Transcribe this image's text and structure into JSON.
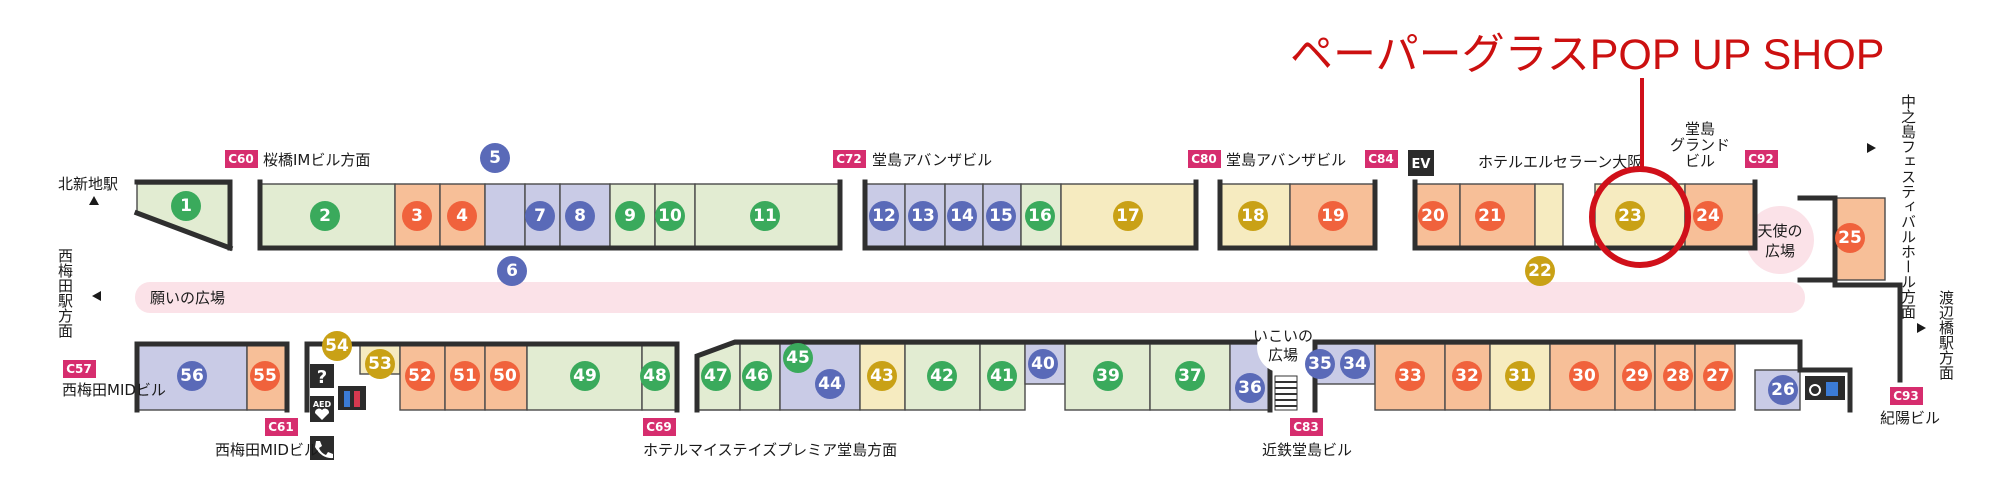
{
  "title": "ペーパーグラスPOP UP SHOP",
  "colors": {
    "green": "#3aaa5c",
    "orange": "#f0623c",
    "blue": "#5a6ab8",
    "gold": "#c9a116",
    "fill_green": "#e2ecd2",
    "fill_orange": "#f7bf98",
    "fill_blue": "#c9cbe6",
    "fill_yellow": "#f6ebc0",
    "plaza": "#fbe2e8",
    "badge": "#d62d6e",
    "highlight": "#d0101a"
  },
  "plazas": {
    "main": "願いの広場",
    "tenshi": [
      "天使の",
      "広場"
    ],
    "ikoi": [
      "いこいの",
      "広場"
    ]
  },
  "exits": [
    {
      "code": "C60",
      "label": "桜橋IMビル方面"
    },
    {
      "code": "C72",
      "label": "堂島アバンザビル"
    },
    {
      "code": "C80",
      "label": "堂島アバンザビル"
    },
    {
      "code": "C84",
      "label": ""
    },
    {
      "code": "C92",
      "label": ""
    },
    {
      "code": "C57",
      "label": "西梅田MIDビル"
    },
    {
      "code": "C61",
      "label": "西梅田MIDビル"
    },
    {
      "code": "C69",
      "label": "ホテルマイステイズプレミア堂島方面"
    },
    {
      "code": "C83",
      "label": "近鉄堂島ビル"
    },
    {
      "code": "C93",
      "label": "紀陽ビル"
    }
  ],
  "labels": {
    "kitashinchi": "北新地駅",
    "hotel_elsera": "ホテルエルセラーン大阪",
    "dojima_grand": [
      "堂島",
      "グランド",
      "ビル"
    ],
    "nishiumeda_dir": "西梅田駅方面",
    "nakanoshima_dir": "中之島フェスティバルホール方面",
    "watanabebashi_dir": "渡辺橋駅方面",
    "ev": "EV",
    "aed": "AED",
    "info": "?"
  },
  "shops": {
    "top": [
      {
        "n": "1",
        "c": "green"
      },
      {
        "n": "2",
        "c": "green"
      },
      {
        "n": "3",
        "c": "orange"
      },
      {
        "n": "4",
        "c": "orange"
      },
      {
        "n": "5",
        "c": "blue"
      },
      {
        "n": "6",
        "c": "blue"
      },
      {
        "n": "7",
        "c": "blue"
      },
      {
        "n": "8",
        "c": "blue"
      },
      {
        "n": "9",
        "c": "green"
      },
      {
        "n": "10",
        "c": "green"
      },
      {
        "n": "11",
        "c": "green"
      },
      {
        "n": "12",
        "c": "blue"
      },
      {
        "n": "13",
        "c": "blue"
      },
      {
        "n": "14",
        "c": "blue"
      },
      {
        "n": "15",
        "c": "blue"
      },
      {
        "n": "16",
        "c": "green"
      },
      {
        "n": "17",
        "c": "gold"
      },
      {
        "n": "18",
        "c": "gold"
      },
      {
        "n": "19",
        "c": "orange"
      },
      {
        "n": "20",
        "c": "orange"
      },
      {
        "n": "21",
        "c": "orange"
      },
      {
        "n": "22",
        "c": "gold"
      },
      {
        "n": "23",
        "c": "gold"
      },
      {
        "n": "24",
        "c": "orange"
      },
      {
        "n": "25",
        "c": "orange"
      }
    ],
    "bottom": [
      {
        "n": "26",
        "c": "blue"
      },
      {
        "n": "27",
        "c": "orange"
      },
      {
        "n": "28",
        "c": "orange"
      },
      {
        "n": "29",
        "c": "orange"
      },
      {
        "n": "30",
        "c": "orange"
      },
      {
        "n": "31",
        "c": "gold"
      },
      {
        "n": "32",
        "c": "orange"
      },
      {
        "n": "33",
        "c": "orange"
      },
      {
        "n": "34",
        "c": "blue"
      },
      {
        "n": "35",
        "c": "blue"
      },
      {
        "n": "36",
        "c": "blue"
      },
      {
        "n": "37",
        "c": "green"
      },
      {
        "n": "39",
        "c": "green"
      },
      {
        "n": "40",
        "c": "blue"
      },
      {
        "n": "41",
        "c": "green"
      },
      {
        "n": "42",
        "c": "green"
      },
      {
        "n": "43",
        "c": "gold"
      },
      {
        "n": "44",
        "c": "blue"
      },
      {
        "n": "45",
        "c": "green"
      },
      {
        "n": "46",
        "c": "green"
      },
      {
        "n": "47",
        "c": "green"
      },
      {
        "n": "48",
        "c": "green"
      },
      {
        "n": "49",
        "c": "green"
      },
      {
        "n": "50",
        "c": "orange"
      },
      {
        "n": "51",
        "c": "orange"
      },
      {
        "n": "52",
        "c": "orange"
      },
      {
        "n": "53",
        "c": "gold"
      },
      {
        "n": "54",
        "c": "gold"
      },
      {
        "n": "55",
        "c": "orange"
      },
      {
        "n": "56",
        "c": "blue"
      }
    ]
  },
  "highlight_shop": "23"
}
